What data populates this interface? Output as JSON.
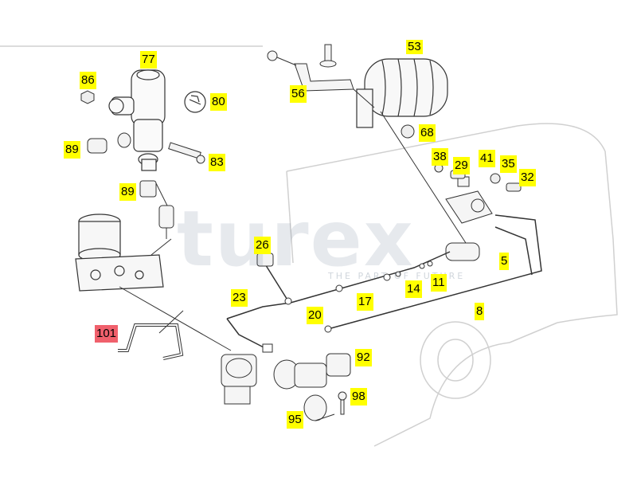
{
  "watermark": {
    "brand": "turex",
    "tagline": "THE PART OF FUTURE"
  },
  "callouts": {
    "c77": "77",
    "c86": "86",
    "c80": "80",
    "c89a": "89",
    "c83": "83",
    "c89b": "89",
    "c56": "56",
    "c53": "53",
    "c68": "68",
    "c38": "38",
    "c29": "29",
    "c41": "41",
    "c35": "35",
    "c32": "32",
    "c26": "26",
    "c5": "5",
    "c14": "14",
    "c11": "11",
    "c23": "23",
    "c20": "20",
    "c17": "17",
    "c8": "8",
    "c101": "101",
    "c92": "92",
    "c98": "98",
    "c95": "95"
  },
  "colors": {
    "callout": "#ffff00",
    "callout_highlight": "#f0606c",
    "line": "#333333",
    "vehicle_outline": "#d0d0d0"
  }
}
